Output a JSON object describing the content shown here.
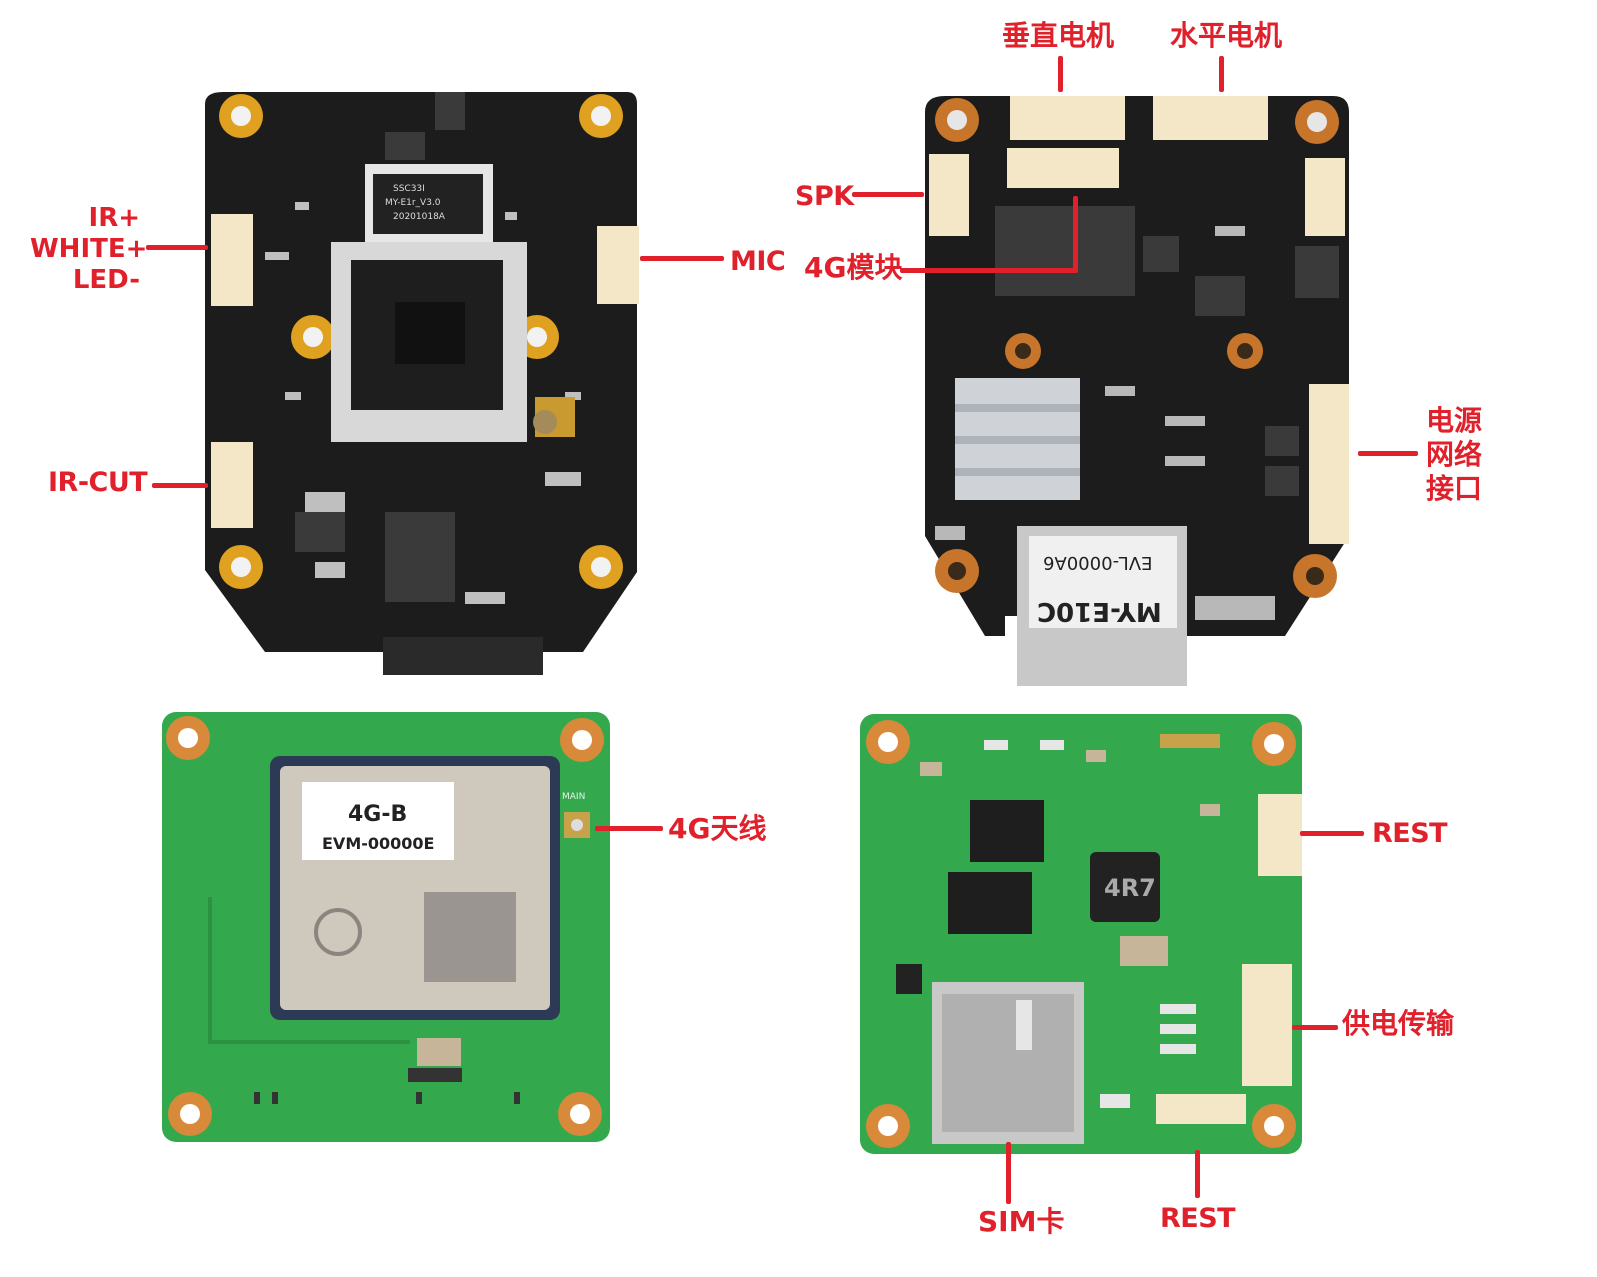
{
  "labels": {
    "ir_plus": "IR+",
    "white_plus": "WHITE+",
    "led_minus": "LED-",
    "ir_cut": "IR-CUT",
    "mic": "MIC",
    "vertical_motor": "垂直电机",
    "horizontal_motor": "水平电机",
    "spk": "SPK",
    "module_4g": "4G模块",
    "power_network_1": "电源",
    "power_network_2": "网络",
    "power_network_3": "接口",
    "antenna_4g": "4G天线",
    "rest_top": "REST",
    "power_transfer": "供电传输",
    "sim_card": "SIM卡",
    "rest_bottom": "REST"
  },
  "board_text": {
    "chip_main_line1": "SSC33I",
    "chip_main_line2": "MY-E1r_V3.0",
    "chip_main_line3": "20201018A",
    "sd_line1": "MY-E10C",
    "sd_line2": "EVL-0000A6",
    "module_line1": "4G-B",
    "module_line2": "EVM-00000E",
    "inductor": "4R7",
    "main_label": "MAIN"
  },
  "colors": {
    "label_red": "#e0202a",
    "black_pcb": "#1a1a1a",
    "green_pcb": "#2fa34a"
  }
}
